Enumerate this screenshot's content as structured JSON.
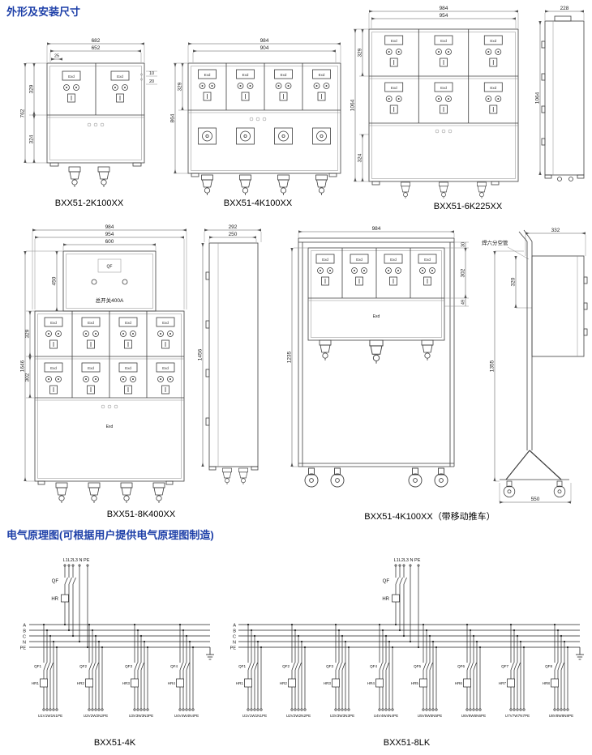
{
  "page": {
    "title_dimensions": "外形及安装尺寸",
    "title_schematics": "电气原理图(可根据用户提供电气原理图制造)",
    "accent_color": "#1d3fa8"
  },
  "common": {
    "exd": "Exd"
  },
  "drawings": [
    {
      "caption": "BXX51-2K100XX",
      "dims": {
        "w_outer": "682",
        "w_inner": "652",
        "flange": "25",
        "h_row": "329",
        "h_total": "762",
        "h_bottom": "324",
        "hole_offset": "10",
        "hole_pitch": "20"
      }
    },
    {
      "caption": "BXX51-4K100XX",
      "dims": {
        "w_outer": "984",
        "w_inner": "904",
        "h_row": "329",
        "h_total": "864"
      }
    },
    {
      "caption": "BXX51-6K225XX",
      "dims": {
        "w_outer": "984",
        "w_inner": "954",
        "h_row": "329",
        "h_total": "1064",
        "h_bottom": "324",
        "side_depth": "228",
        "side_height": "1064"
      }
    },
    {
      "caption": "BXX51-8K400XX",
      "main_switch": "总开关400A",
      "main_breaker": "QF",
      "dims": {
        "w_outer": "984",
        "w_inner": "954",
        "w_top_box": "600",
        "h_top_box": "450",
        "h_row1": "329",
        "h_row2": "302",
        "h_total": "1646",
        "side_w_outer": "292",
        "side_w_inner": "250",
        "side_height": "1456"
      }
    },
    {
      "caption": "BXX51-4K100XX（带移动推车）",
      "note": "焊六分空管",
      "dims": {
        "w_outer": "984",
        "gap_top": "30",
        "h_row": "302",
        "gap_bottom": "49",
        "h_body": "1235",
        "side_height": "1355",
        "side_top": "320",
        "side_depth": "332",
        "base_width": "550"
      }
    }
  ],
  "schematics": [
    {
      "caption": "BXX51-4K",
      "incoming": "L1L2L3 N PE",
      "main_qf": "QF",
      "main_hr": "HR",
      "bus": [
        "A",
        "B",
        "C",
        "N",
        "PE"
      ],
      "branches": [
        {
          "qf": "QF1",
          "hr": "HR1",
          "t": "U1V1W1N1PE"
        },
        {
          "qf": "QF2",
          "hr": "HR2",
          "t": "U2V2W2N2PE"
        },
        {
          "qf": "QF3",
          "hr": "HR3",
          "t": "U3V3W3N3PE"
        },
        {
          "qf": "QF4",
          "hr": "HR4",
          "t": "U4V4W4N4PE"
        }
      ]
    },
    {
      "caption": "BXX51-8LK",
      "incoming": "L1L2L3 N PE",
      "main_qf": "QF",
      "main_hr": "HR",
      "bus": [
        "A",
        "B",
        "C",
        "N",
        "PE"
      ],
      "branches": [
        {
          "qf": "QF1",
          "hr": "HR1",
          "t": "U1V1W1N1PE"
        },
        {
          "qf": "QF2",
          "hr": "HR2",
          "t": "U2V2W2N2PE"
        },
        {
          "qf": "QF3",
          "hr": "HR3",
          "t": "U3V3W3N3PE"
        },
        {
          "qf": "QF4",
          "hr": "HR4",
          "t": "U4V4W4N4PE"
        },
        {
          "qf": "QF5",
          "hr": "HR5",
          "t": "U5V5W5N5PE"
        },
        {
          "qf": "QF6",
          "hr": "HR6",
          "t": "U6V6W6N6PE"
        },
        {
          "qf": "QF7",
          "hr": "HR7",
          "t": "U7V7W7N7PE"
        },
        {
          "qf": "QF8",
          "hr": "HR8",
          "t": "U8V8W8N8PE"
        }
      ]
    }
  ]
}
